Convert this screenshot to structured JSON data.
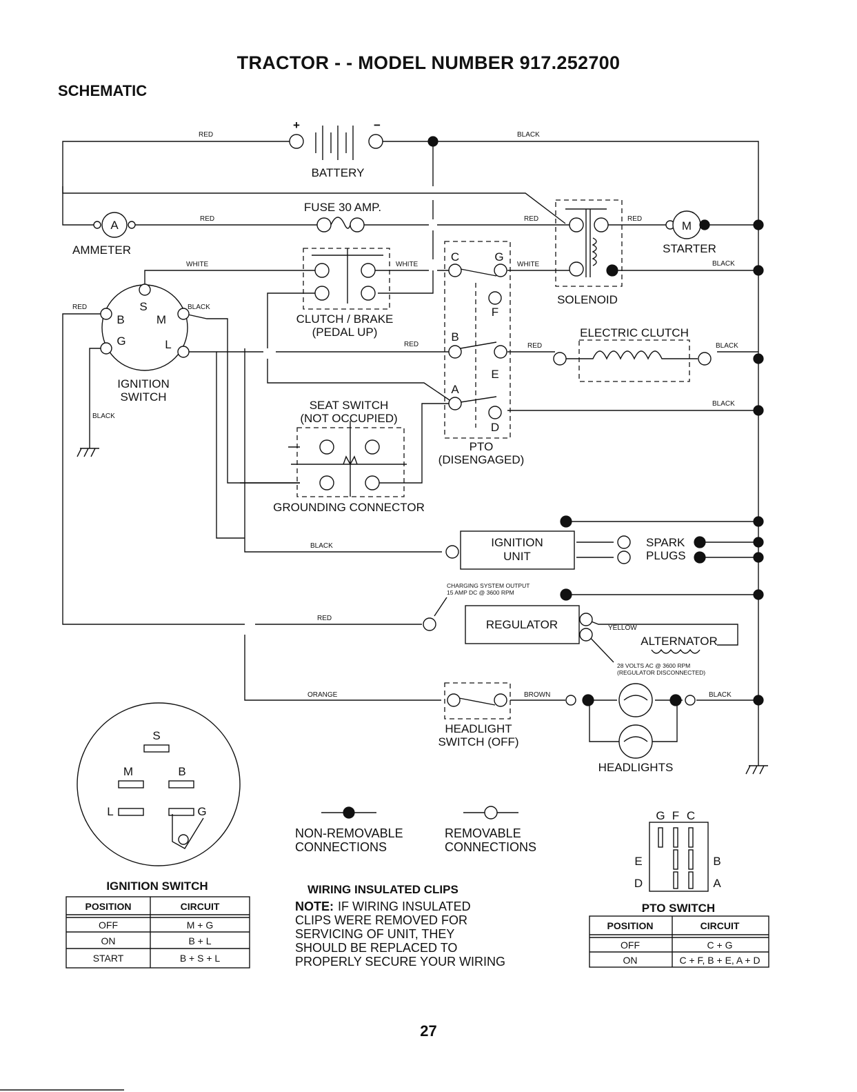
{
  "title": "TRACTOR - - MODEL NUMBER 917.252700",
  "subtitle": "SCHEMATIC",
  "page_number": "27",
  "wire_labels": {
    "red": "RED",
    "black": "BLACK",
    "white": "WHITE",
    "yellow": "YELLOW",
    "orange": "ORANGE",
    "brown": "BROWN"
  },
  "components": {
    "battery": "BATTERY",
    "battery_plus": "+",
    "battery_minus": "−",
    "fuse": "FUSE 30 AMP.",
    "ammeter": "AMMETER",
    "ammeter_symbol": "A",
    "starter": "STARTER",
    "starter_symbol": "M",
    "solenoid": "SOLENOID",
    "clutch_brake_1": "CLUTCH / BRAKE",
    "clutch_brake_2": "(PEDAL UP)",
    "ignition_switch_1": "IGNITION",
    "ignition_switch_2": "SWITCH",
    "seat_switch_1": "SEAT SWITCH",
    "seat_switch_2": "(NOT OCCUPIED)",
    "grounding_connector": "GROUNDING CONNECTOR",
    "pto_1": "PTO",
    "pto_2": "(DISENGAGED)",
    "electric_clutch": "ELECTRIC CLUTCH",
    "ignition_unit_1": "IGNITION",
    "ignition_unit_2": "UNIT",
    "spark_plugs_1": "SPARK",
    "spark_plugs_2": "PLUGS",
    "charging_1": "CHARGING SYSTEM OUTPUT",
    "charging_2": "15 AMP DC @ 3600 RPM",
    "regulator": "REGULATOR",
    "alternator": "ALTERNATOR",
    "alt_note_1": "28 VOLTS AC @ 3600 RPM",
    "alt_note_2": "(REGULATOR DISCONNECTED)",
    "headlight_switch_1": "HEADLIGHT",
    "headlight_switch_2": "SWITCH (OFF)",
    "headlights": "HEADLIGHTS"
  },
  "terminals": {
    "ign_s": "S",
    "ign_b": "B",
    "ign_m": "M",
    "ign_g": "G",
    "ign_l": "L",
    "pto_c": "C",
    "pto_g": "G",
    "pto_f": "F",
    "pto_b": "B",
    "pto_e": "E",
    "pto_a": "A",
    "pto_d": "D"
  },
  "legend": {
    "non_removable_1": "NON-REMOVABLE",
    "non_removable_2": "CONNECTIONS",
    "removable_1": "REMOVABLE",
    "removable_2": "CONNECTIONS"
  },
  "ignition_switch_table": {
    "title": "IGNITION SWITCH",
    "headers": [
      "POSITION",
      "CIRCUIT"
    ],
    "rows": [
      [
        "OFF",
        "M + G"
      ],
      [
        "ON",
        "B + L"
      ],
      [
        "START",
        "B + S + L"
      ]
    ]
  },
  "ignition_face_labels": {
    "s": "S",
    "m": "M",
    "b": "B",
    "l": "L",
    "g": "G"
  },
  "clips": {
    "heading": "WIRING INSULATED CLIPS",
    "note_label": "NOTE:",
    "line1": "IF WIRING INSULATED",
    "line2": "CLIPS WERE REMOVED FOR",
    "line3": "SERVICING OF UNIT, THEY",
    "line4": "SHOULD BE REPLACED TO",
    "line5": "PROPERLY SECURE YOUR WIRING"
  },
  "pto_face_labels": {
    "g": "G",
    "f": "F",
    "c": "C",
    "e": "E",
    "b": "B",
    "d": "D",
    "a": "A"
  },
  "pto_switch_table": {
    "title": "PTO SWITCH",
    "headers": [
      "POSITION",
      "CIRCUIT"
    ],
    "rows": [
      [
        "OFF",
        "C + G"
      ],
      [
        "ON",
        "C + F, B + E, A + D"
      ]
    ]
  }
}
